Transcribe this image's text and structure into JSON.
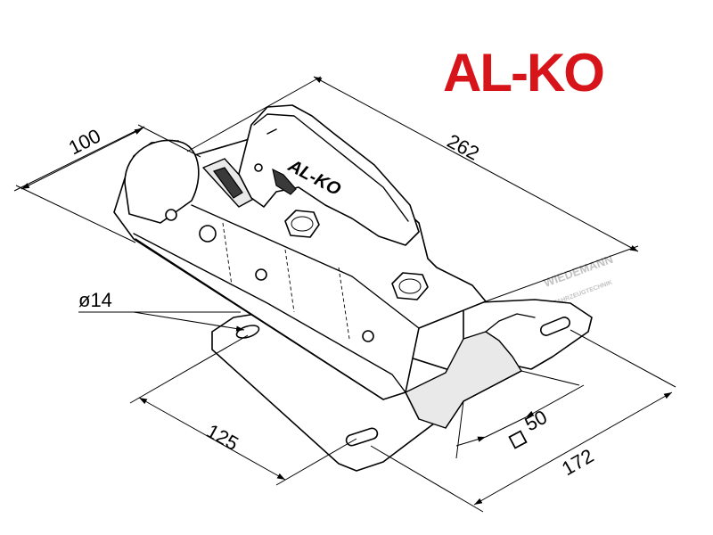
{
  "logo": {
    "text": "AL-KO",
    "color": "#d7141a"
  },
  "handle_brand": "AL-KO",
  "watermark": {
    "name": "WIEDEMANN",
    "subtitle": "FAHRZEUGTECHNIK"
  },
  "dimensions": {
    "width_top": "100",
    "length_total": "262",
    "hole_diameter": "ø14",
    "hole_spacing": "125",
    "square_tube": "50",
    "plate_width": "172"
  },
  "icons": {
    "square_symbol": "square-icon"
  }
}
